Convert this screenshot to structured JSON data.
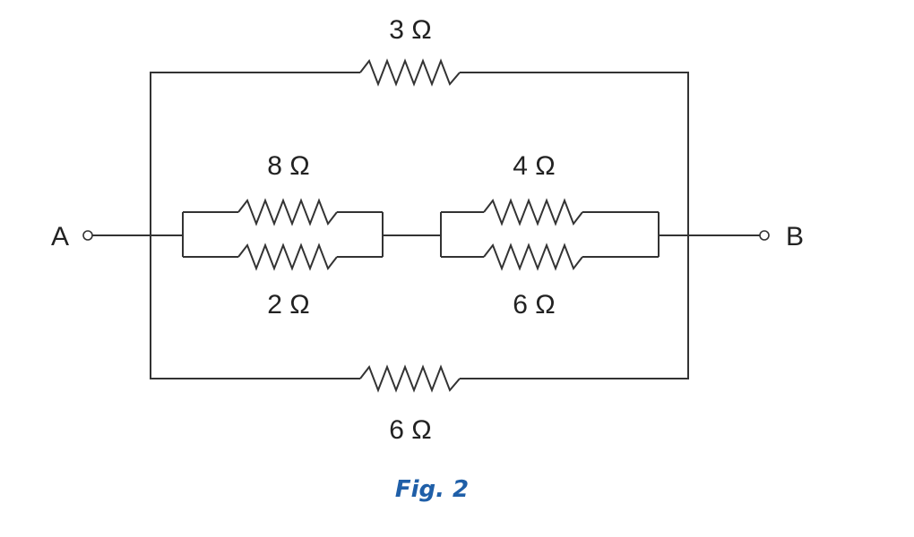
{
  "diagram": {
    "caption": "Fig. 2",
    "terminals": {
      "left": "A",
      "right": "B"
    },
    "resistors": {
      "top": "3 Ω",
      "bottom": "6 Ω",
      "left_upper": "8 Ω",
      "left_lower": "2 Ω",
      "right_upper": "4 Ω",
      "right_lower": "6 Ω"
    }
  },
  "colors": {
    "line": "#333333",
    "caption": "#1f5fa8"
  }
}
